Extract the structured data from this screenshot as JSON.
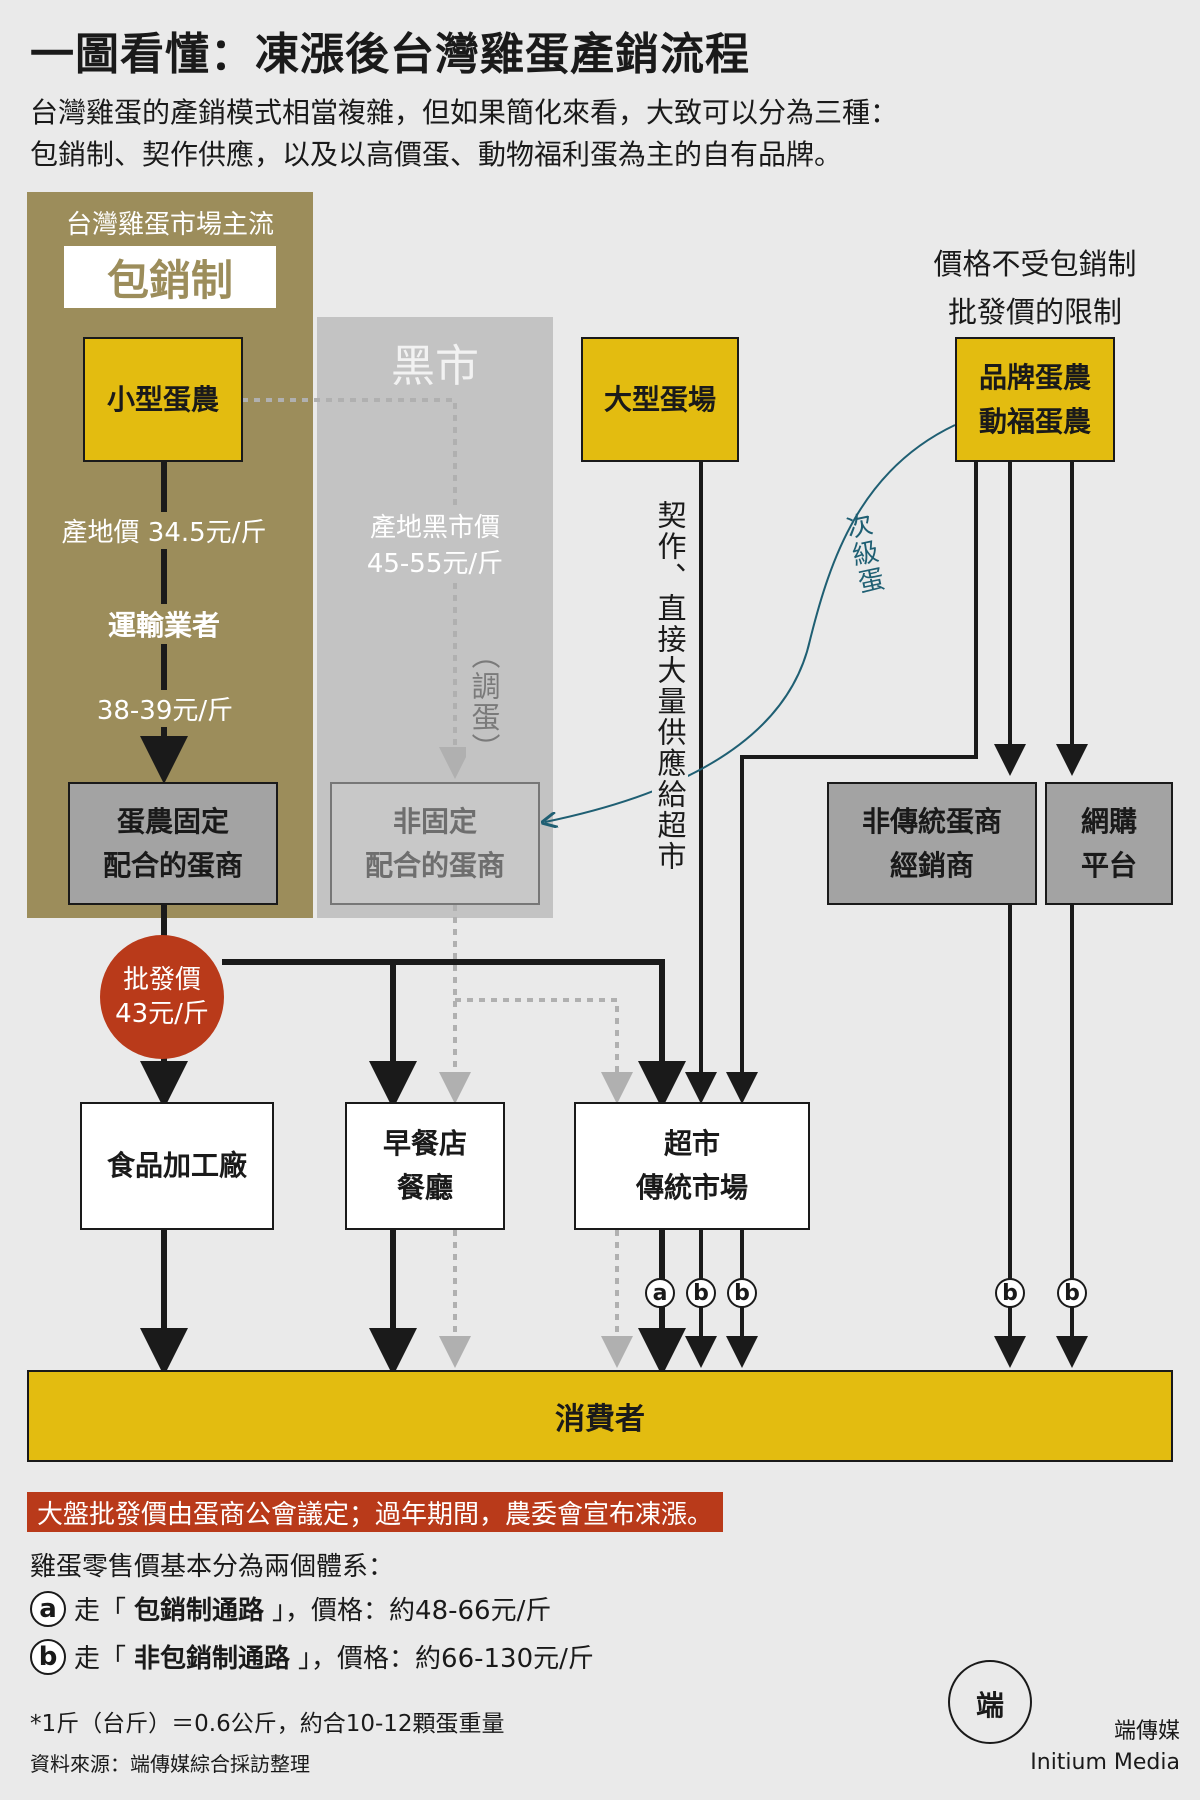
{
  "title": "一圖看懂：凍漲後台灣雞蛋產銷流程",
  "intro": {
    "line1": "台灣雞蛋的產銷模式相當複雜，但如果簡化來看，大致可以分為三種：",
    "line2": "包銷制、契作供應，以及以高價蛋、動物福利蛋為主的自有品牌。"
  },
  "panels": {
    "mainstream_caption": "台灣雞蛋市場主流",
    "mainstream_badge": "包銷制",
    "black_market": "黑市"
  },
  "nodes": {
    "small_farm": "小型蛋農",
    "transport": "運輸業者",
    "fixed_dealer": [
      "蛋農固定",
      "配合的蛋商"
    ],
    "nonfixed_dealer": [
      "非固定",
      "配合的蛋商"
    ],
    "large_farm": "大型蛋場",
    "brand_farm": [
      "品牌蛋農",
      "動福蛋農"
    ],
    "brand_note": [
      "價格不受包銷制",
      "批發價的限制"
    ],
    "nontraditional": [
      "非傳統蛋商",
      "經銷商"
    ],
    "online": [
      "網購",
      "平台"
    ],
    "food_factory": "食品加工廠",
    "breakfast": [
      "早餐店",
      "餐廳"
    ],
    "supermarket": [
      "超市",
      "傳統市場"
    ],
    "consumer": "消費者"
  },
  "labels": {
    "origin_price": "產地價 34.5元/斤",
    "transport_price": "38-39元/斤",
    "black_price": [
      "產地黑市價",
      "45-55元/斤"
    ],
    "adjust": "（調蛋）",
    "contract": "契作、直接大量供應給超市",
    "secondary": "次級蛋",
    "wholesale": [
      "批發價",
      "43元/斤"
    ]
  },
  "channels": {
    "a": "a",
    "b": "b"
  },
  "notes": {
    "red": "大盤批發價由蛋商公會議定；過年期間，農委會宣布凍漲。",
    "retail_intro": "雞蛋零售價基本分為兩個體系：",
    "a_prefix": "走「",
    "a_bold": "包銷制通路",
    "a_suffix": "」，價格：約48-66元/斤",
    "b_prefix": "走「",
    "b_bold": "非包銷制通路",
    "b_suffix": "」，價格：約66-130元/斤",
    "footnote": "*1斤（台斤）＝0.6公斤，約合10-12顆蛋重量",
    "source": "資料來源：端傳媒綜合採訪整理"
  },
  "brand": {
    "name_zh": "端傳媒",
    "name_en": "Initium Media",
    "logo_glyph": "端"
  },
  "colors": {
    "gold": "#9c8d5b",
    "yellow": "#e3bc10",
    "red": "#b93a1a",
    "gray": "#a3a3a3",
    "teal": "#1f5f73"
  }
}
